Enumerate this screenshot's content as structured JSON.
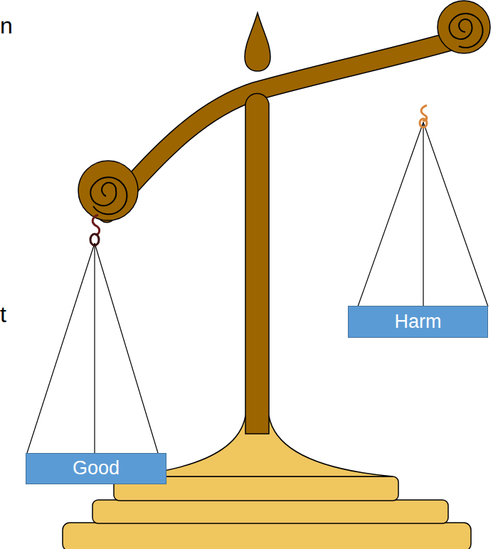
{
  "diagram": {
    "nodes": [
      {
        "text": [
          "Harm"
        ]
      },
      {
        "text": [
          "Good"
        ]
      }
    ],
    "labels": [
      "n",
      "t"
    ]
  }
}
